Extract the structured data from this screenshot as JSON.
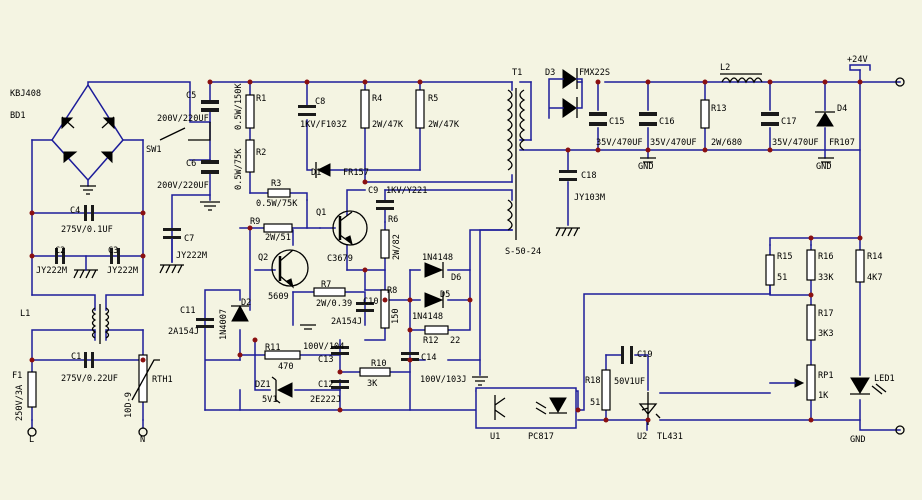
{
  "labels": {
    "bridge_part": "KBJ408",
    "bridge_ref": "BD1",
    "c5": "C5",
    "c5_val": "200V/220UF",
    "c6": "C6",
    "c6_val": "200V/220UF",
    "r1": "R1",
    "r1_val": "0.5W/150K",
    "r2": "R2",
    "r2_val": "0.5W/75K",
    "r3": "R3",
    "r3_val": "0.5W/75K",
    "c8": "C8",
    "c8_val": "1KV/F103Z",
    "r4": "R4",
    "r4_val": "2W/47K",
    "r5": "R5",
    "r5_val": "2W/47K",
    "t1": "T1",
    "t1_part": "S-50-24",
    "d3": "D3",
    "d3_part": "FMX22S",
    "l2": "L2",
    "c15": "C15",
    "c15_val": "35V/470UF",
    "c16": "C16",
    "c16_val": "35V/470UF",
    "r13": "R13",
    "r13_val": "2W/680",
    "c17": "C17",
    "c17_val": "35V/470UF",
    "d4": "D4",
    "d4_part": "FR107",
    "v24": "+24V",
    "gnd1": "GND",
    "gnd2": "GND",
    "gnd3": "GND",
    "sw1": "SW1",
    "d1": "D1",
    "d1_part": "FR157",
    "c9": "C9",
    "c9_val": "1KV/Y221",
    "c18": "C18",
    "c18_val": "JY103M",
    "c4": "C4",
    "c4_val": "275V/0.1UF",
    "c2": "C2",
    "c2_val": "JY222M",
    "c3": "C3",
    "c3_val": "JY222M",
    "c7": "C7",
    "c7_val": "JY222M",
    "r9": "R9",
    "r9_val": "2W/51",
    "q1": "Q1",
    "q1_part": "C3679",
    "r6": "R6",
    "r6_val": "2W/82",
    "q2": "Q2",
    "q2_part": "5609",
    "r7": "R7",
    "r7_val": "2W/0.39",
    "c10": "C10",
    "c10_val": "2A154J",
    "d6": "D6",
    "d6_part": "1N4148",
    "d5": "D5",
    "d5_part": "1N4148",
    "r8": "R8",
    "r8_val": "150",
    "r12": "R12",
    "r12_val": "22",
    "c11": "C11",
    "c11_val": "2A154J",
    "d2": "D2",
    "d2_part": "1N4007",
    "l1": "L1",
    "c1": "C1",
    "c1_val": "275V/0.22UF",
    "r11": "R11",
    "r11_val": "470",
    "c13": "C13",
    "c13_val": "100V/104",
    "r10": "R10",
    "r10_val": "3K",
    "dz1": "DZ1",
    "dz1_val": "5V1",
    "c12": "C12",
    "c12_val": "2E222J",
    "c14": "C14",
    "c14_val": "100V/103J",
    "f1": "F1",
    "f1_val": "250V/3A",
    "rth1": "RTH1",
    "rth1_val": "10D-9",
    "l": "L",
    "n": "N",
    "u1": "U1",
    "u1_part": "PC817",
    "r18": "R18",
    "r18_val": "51",
    "c19": "C19",
    "c19_val": "50V1UF",
    "u2": "U2",
    "u2_part": "TL431",
    "r15": "R15",
    "r15_val": "51",
    "r16": "R16",
    "r16_val": "33K",
    "r17": "R17",
    "r17_val": "3K3",
    "rp1": "RP1",
    "rp1_val": "1K",
    "r14": "R14",
    "r14_val": "4K7",
    "led1": "LED1"
  }
}
